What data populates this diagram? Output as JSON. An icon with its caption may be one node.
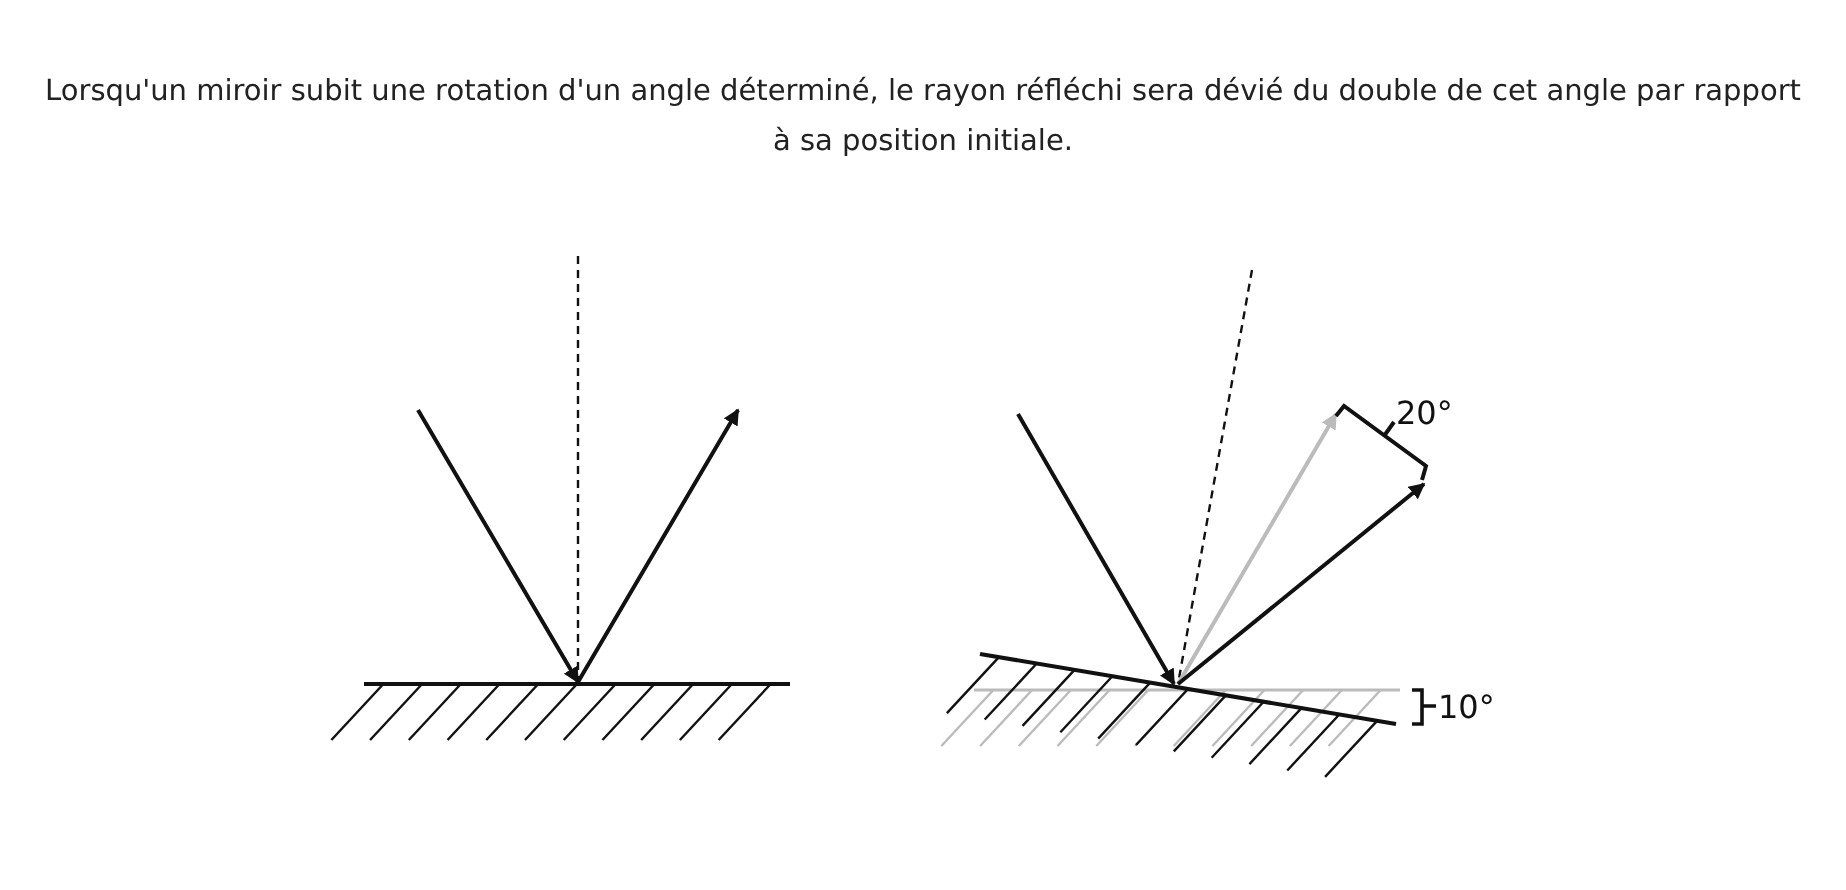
{
  "diagram": {
    "title": "Lorsqu'un miroir subit une rotation d'un angle déterminé, le rayon réfléchi sera dévié du double de cet angle par rapport à sa position initiale.",
    "labels": [
      "20°",
      "10°"
    ]
  }
}
